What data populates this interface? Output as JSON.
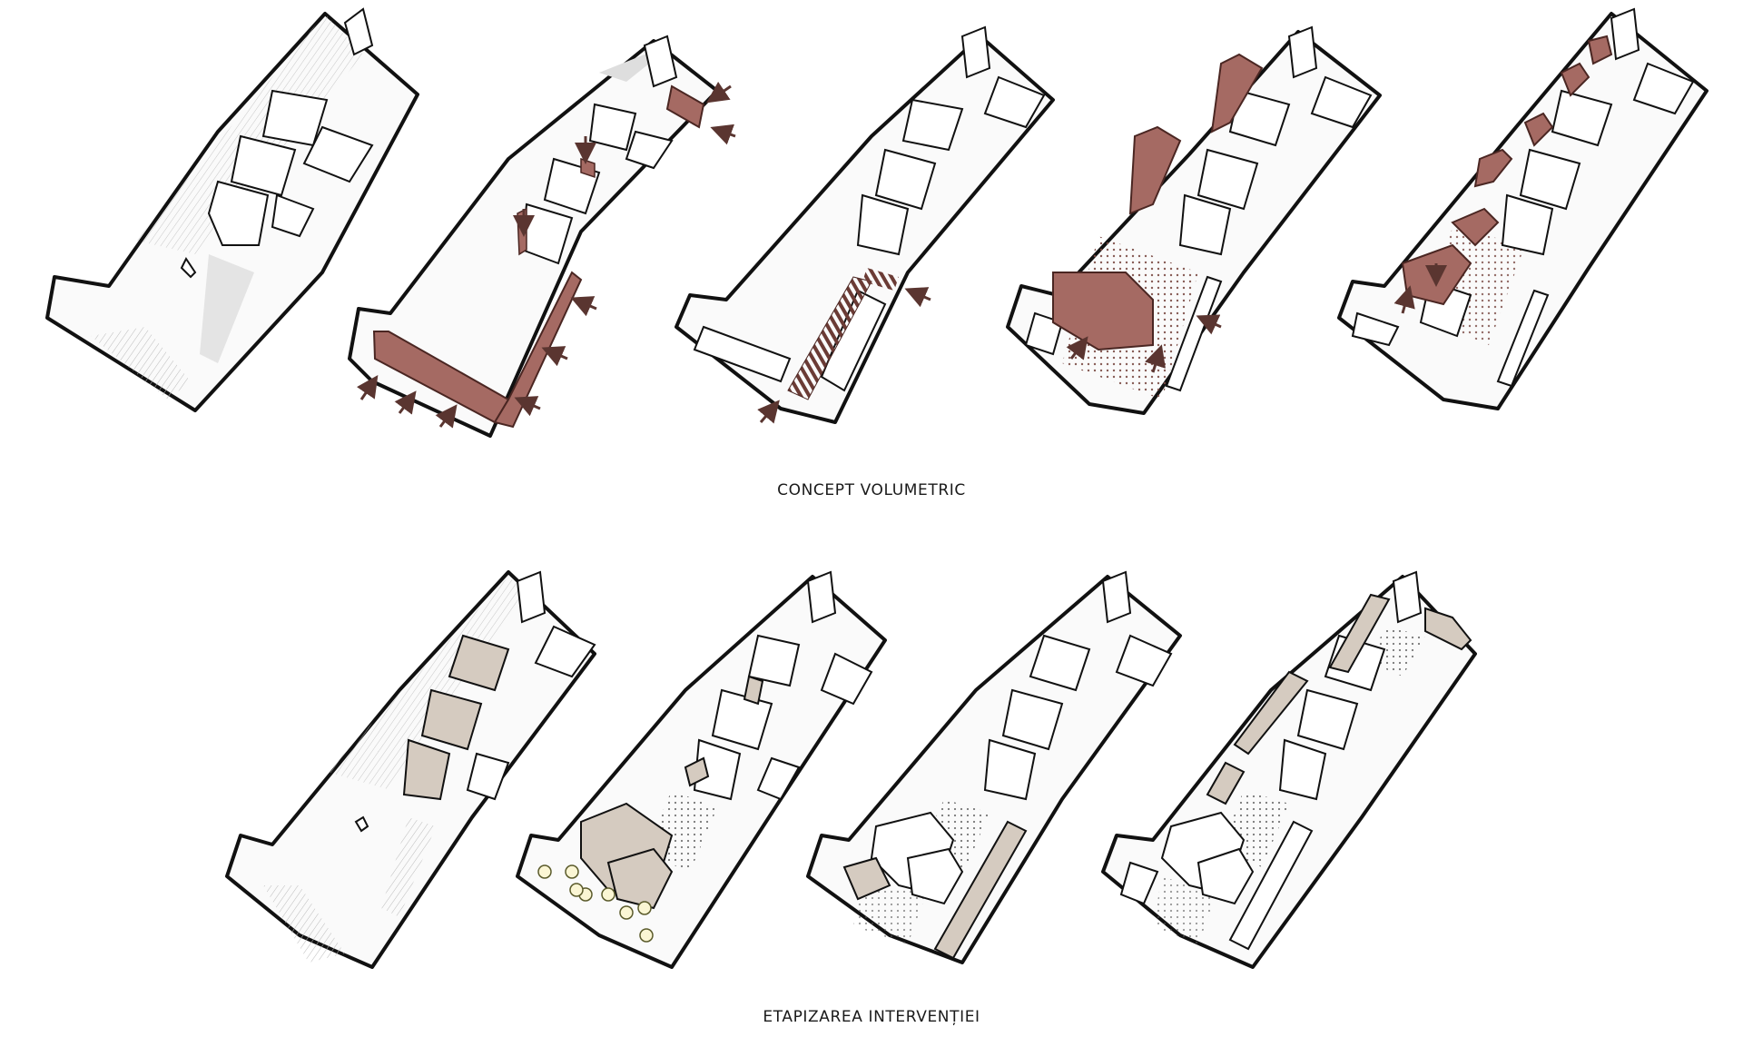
{
  "captions": {
    "top": "CONCEPT VOLUMETRIC",
    "bottom": "ETAPIZAREA INTERVENȚIEI"
  },
  "colors": {
    "outline": "#111111",
    "shadow": "#d9d9d9",
    "accent_volume": "#a56a63",
    "accent_dark": "#6b3b35",
    "phase_fill": "#d5cbc0",
    "tree_fill": "#fbf6d4",
    "tree_stroke": "#5a5a2a"
  },
  "rows": [
    {
      "name": "concept-volumetric",
      "panel_count": 5
    },
    {
      "name": "etapizarea-interventiei",
      "panel_count": 4
    }
  ]
}
